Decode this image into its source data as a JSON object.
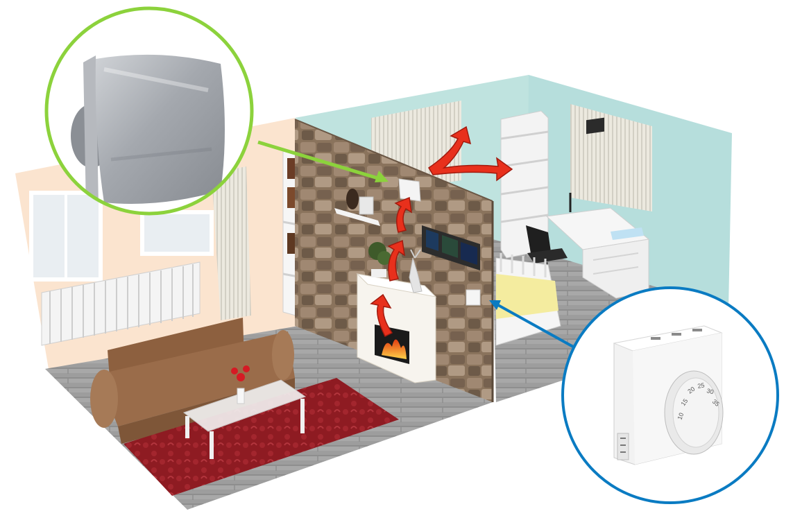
{
  "scene": {
    "rooms": [
      "living-room",
      "bedroom"
    ],
    "callouts": [
      {
        "device": "exhaust-fan",
        "ring_color": "#8cd23c",
        "arrow_color": "#8cd23c"
      },
      {
        "device": "room-thermostat",
        "ring_color": "#0a7bc2",
        "arrow_color": "#0a7bc2"
      }
    ],
    "airflow": {
      "arrow_color": "#e8301c",
      "path": [
        "fireplace",
        "wall-fan",
        "bedroom"
      ]
    },
    "thermostat_dial": {
      "labels": [
        "10",
        "15",
        "20",
        "25",
        "30",
        "35"
      ]
    },
    "colors": {
      "living_wall": "#fbe4cf",
      "bedroom_wall": "#bfe3df",
      "floor": "#9a9a9a",
      "stone_wall": "#8a735c",
      "rug": "#8e1b22",
      "sofa": "#9a6c4a"
    }
  }
}
